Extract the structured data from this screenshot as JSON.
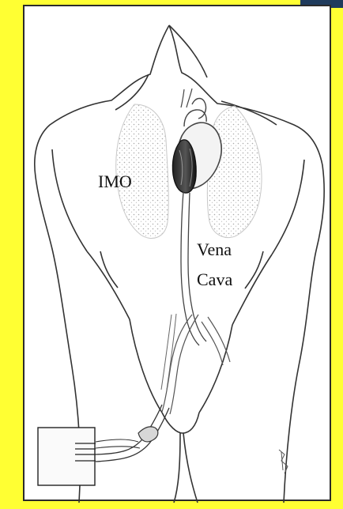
{
  "figure": {
    "labels": {
      "imo": "IMO",
      "vena": "Vena",
      "cava": "Cava"
    }
  }
}
